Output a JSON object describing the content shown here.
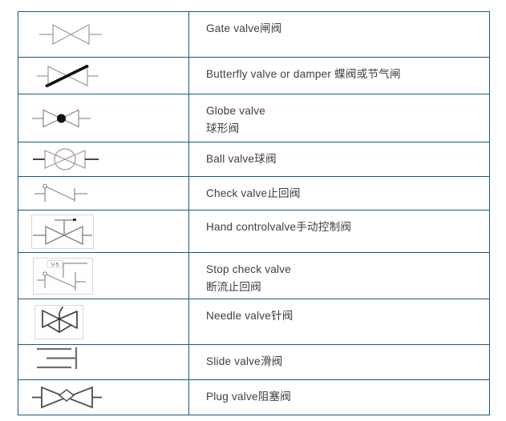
{
  "table": {
    "border_color": "#1f5876",
    "text_color": "#3f3f3f",
    "rows": [
      {
        "symbol": "gate-valve-symbol",
        "lines": [
          "Gate valve闸阀"
        ]
      },
      {
        "symbol": "butterfly-valve-symbol",
        "lines": [
          "Butterfly valve or damper 蝶阀或节气闸"
        ]
      },
      {
        "symbol": "globe-valve-symbol",
        "lines": [
          "Globe valve",
          "球形阀"
        ]
      },
      {
        "symbol": "ball-valve-symbol",
        "lines": [
          "Ball valve球阀"
        ]
      },
      {
        "symbol": "check-valve-symbol",
        "lines": [
          "Check valve止回阀"
        ]
      },
      {
        "symbol": "hand-control-valve-symbol",
        "lines": [
          "Hand controlvalve手动控制阀"
        ]
      },
      {
        "symbol": "stop-check-valve-symbol",
        "lines": [
          "Stop check valve",
          "断流止回阀"
        ],
        "tag": "V-5"
      },
      {
        "symbol": "needle-valve-symbol",
        "lines": [
          "Needle valve针阀"
        ]
      },
      {
        "symbol": "slide-valve-symbol",
        "lines": [
          "Slide valve滑阀"
        ]
      },
      {
        "symbol": "plug-valve-symbol",
        "lines": [
          "Plug valve阻塞阀"
        ]
      }
    ]
  }
}
